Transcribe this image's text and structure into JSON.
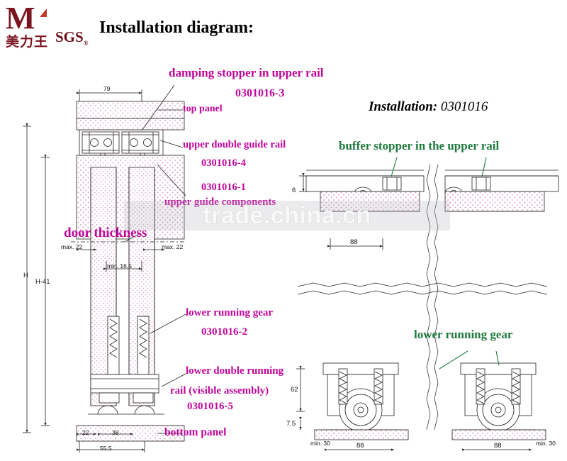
{
  "logo": {
    "brand_mark": "M",
    "brand_cn": "美力王",
    "cert": "SGS",
    "cert_sub": "®"
  },
  "header": {
    "title": "Installation diagram:",
    "installation_label": "Installation:",
    "installation_code": "0301016"
  },
  "colors": {
    "magenta": "#c0059b",
    "green": "#1f7a3d",
    "line": "#231f20",
    "hatch": "#f3d6ea"
  },
  "callouts": [
    {
      "id": "damping-stopper",
      "text": "damping stopper in upper rail",
      "code": "0301016-3"
    },
    {
      "id": "top-panel",
      "text": "top panel"
    },
    {
      "id": "upper-double-guide-rail",
      "text": "upper double guide rail",
      "code": "0301016-4"
    },
    {
      "id": "upper-guide-components",
      "text": "upper guide components",
      "code": "0301016-1"
    },
    {
      "id": "door-thickness",
      "text": "door thickness"
    },
    {
      "id": "lower-running-gear",
      "text": "lower running gear",
      "code": "0301016-2"
    },
    {
      "id": "lower-double-running-rail",
      "text": "lower double running\nrail (visible assembly)",
      "code": "0301016-5"
    },
    {
      "id": "bottom-panel",
      "text": "bottom panel"
    },
    {
      "id": "buffer-stopper",
      "text": "buffer stopper in the upper rail"
    },
    {
      "id": "lower-running-gear-right",
      "text": "lower running gear"
    }
  ],
  "callout_text": {
    "damping_stopper": "damping stopper in upper rail",
    "damping_stopper_code": "0301016-3",
    "top_panel": "top panel",
    "upper_double_guide_rail": "upper double guide rail",
    "upper_double_guide_rail_code": "0301016-4",
    "upper_guide_components": "upper guide components",
    "upper_guide_components_code": "0301016-1",
    "door_thickness": "door thickness",
    "lower_running_gear": "lower running gear",
    "lower_running_gear_code": "0301016-2",
    "lower_double_running_rail_1": "lower double running",
    "lower_double_running_rail_2": "rail (visible assembly)",
    "lower_double_running_rail_code": "0301016-5",
    "bottom_panel": "bottom panel",
    "buffer_stopper": "buffer stopper in the upper rail",
    "lower_running_gear_right": "lower running gear"
  },
  "dimensions": {
    "left_view": {
      "top_width": "79",
      "height_total": "H",
      "height_minus": "H-41",
      "max_left": "max. 22",
      "max_right": "max. 22",
      "min_thickness": "min. 16.5",
      "bottom_left": "22",
      "bottom_mid": "38",
      "bottom_total": "55.5"
    },
    "right_top_view": {
      "rail_height": "6",
      "spacing": "88"
    },
    "right_bottom_view": {
      "gear_height": "62",
      "clearance": "7.5",
      "min_left": "min. 30",
      "span_left": "88",
      "span_right": "88",
      "min_right": "min. 30"
    }
  },
  "watermark": {
    "text": "trade.china.cn"
  }
}
